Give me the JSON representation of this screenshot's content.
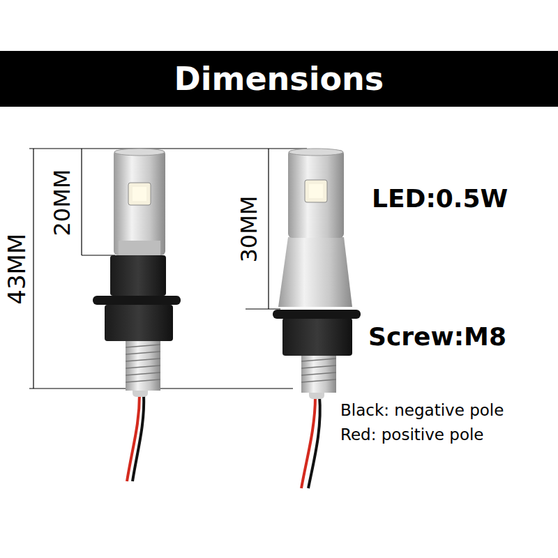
{
  "diagram": {
    "title": "Dimensions",
    "labels": [
      "43MM",
      "20MM",
      "30MM",
      "LED:0.5W",
      "Screw:M8",
      "Black: negative pole",
      "Red: positive pole"
    ]
  }
}
